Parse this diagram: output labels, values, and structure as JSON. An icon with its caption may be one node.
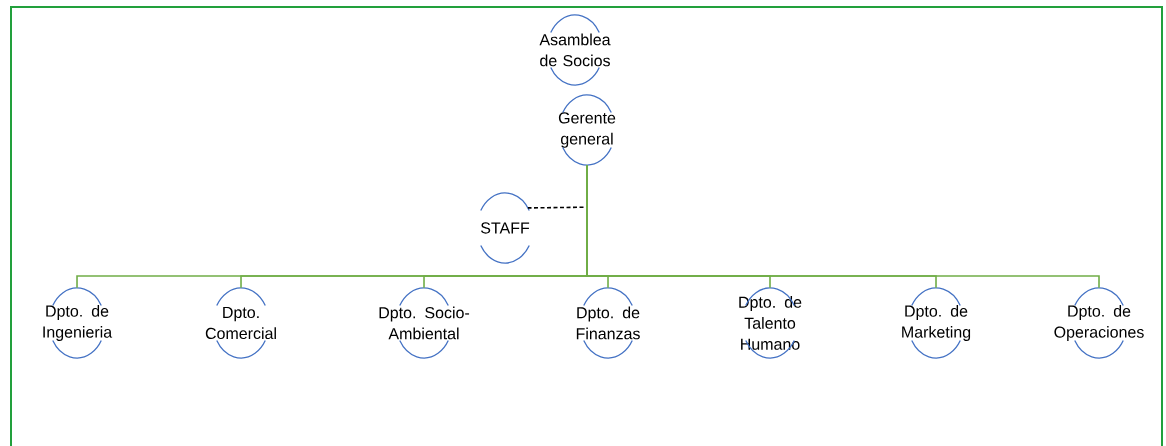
{
  "diagram": {
    "nodes": [
      {
        "text": [
          "Asamblea de Socios"
        ]
      },
      {
        "text": [
          "Gerente general"
        ]
      },
      {
        "text": [
          "STAFF"
        ]
      },
      {
        "text": [
          "Dpto. de Ingenieria"
        ]
      },
      {
        "text": [
          "Dpto. Comercial"
        ]
      },
      {
        "text": [
          "Dpto. Socio-Ambiental"
        ]
      },
      {
        "text": [
          "Dpto. de Finanzas"
        ]
      },
      {
        "text": [
          "Dpto. de Talento Humano"
        ]
      },
      {
        "text": [
          "Dpto. de Marketing"
        ]
      },
      {
        "text": [
          "Dpto. de Operaciones"
        ]
      }
    ],
    "edges": [
      {
        "from": 1,
        "to": 2,
        "arrow": "none",
        "style": "dashed",
        "color": "#000000"
      },
      {
        "from": 1,
        "to": 3,
        "arrow": "none"
      },
      {
        "from": 1,
        "to": 4,
        "arrow": "none"
      },
      {
        "from": 1,
        "to": 5,
        "arrow": "none"
      },
      {
        "from": 1,
        "to": 6,
        "arrow": "none"
      },
      {
        "from": 1,
        "to": 7,
        "arrow": "none"
      },
      {
        "from": 1,
        "to": 8,
        "arrow": "none"
      },
      {
        "from": 1,
        "to": 9,
        "arrow": "none"
      }
    ]
  }
}
